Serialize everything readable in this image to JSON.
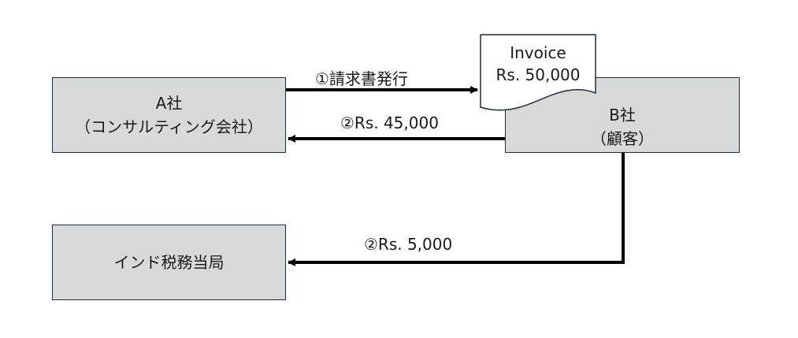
{
  "company_a": {
    "line1": "A社",
    "line2": "（コンサルティング会社）"
  },
  "company_b": {
    "line1": "B社",
    "line2": "（顧客）"
  },
  "tax_authority": {
    "label": "インド税務当局"
  },
  "invoice": {
    "title": "Invoice",
    "amount": "Rs. 50,000"
  },
  "flows": {
    "issue_invoice": "①請求書発行",
    "payment_to_a": "②Rs. 45,000",
    "payment_to_tax": "②Rs. 5,000"
  }
}
